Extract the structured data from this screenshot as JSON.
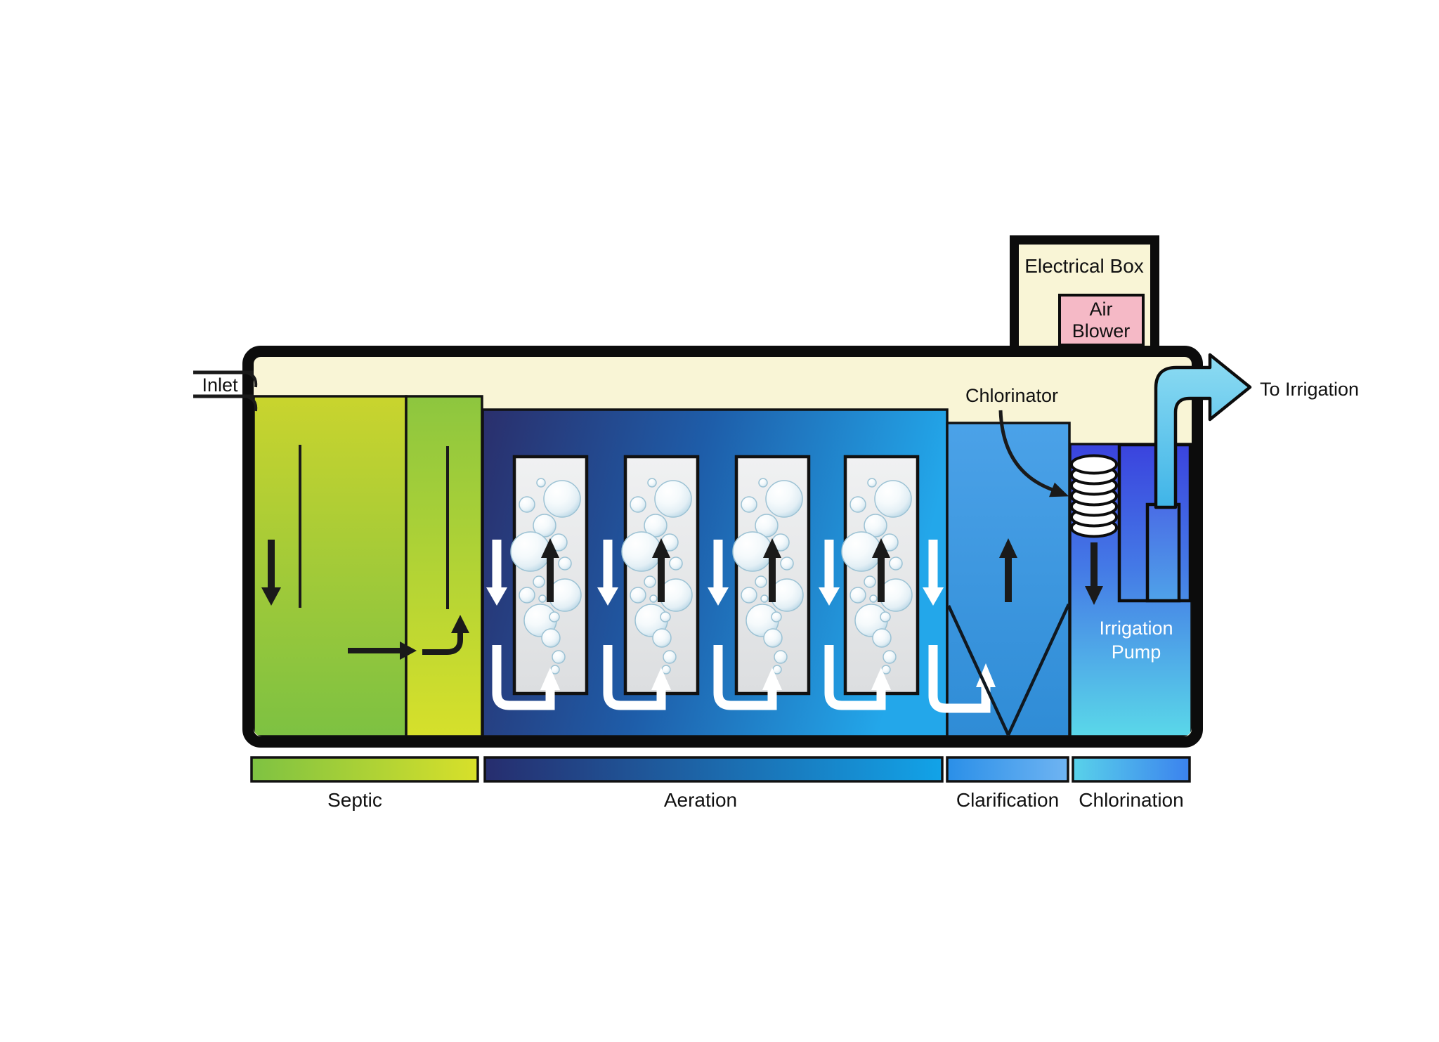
{
  "labels": {
    "inlet": "Inlet",
    "electrical_box": "Electrical Box",
    "air_blower_line1": "Air",
    "air_blower_line2": "Blower",
    "chlorinator": "Chlorinator",
    "to_irrigation": "To Irrigation",
    "irrigation_pump_line1": "Irrigation",
    "irrigation_pump_line2": "Pump"
  },
  "legend": [
    {
      "label": "Septic",
      "color_start": "#7ec242",
      "color_end": "#d8e02a"
    },
    {
      "label": "Aeration",
      "color_start": "#262d6e",
      "color_end": "#12a3e8"
    },
    {
      "label": "Clarification",
      "color_start": "#2a8fe8",
      "color_end": "#6fb4f2"
    },
    {
      "label": "Chlorination",
      "color_start": "#59d2ea",
      "color_end": "#3b82ee"
    }
  ],
  "colors": {
    "cream": "#f9f5d6",
    "tank_border": "#0c0c0c",
    "septic1_top": "#c9d42e",
    "septic1_bottom": "#7dc142",
    "septic2_top": "#8dc63f",
    "septic2_bottom": "#d6e02b",
    "aeration_left": "#2a2f6c",
    "aeration_mid": "#1e5da9",
    "aeration_right": "#23a7ea",
    "clarifier_top": "#4ba2e8",
    "clarifier_bottom": "#2f8cd6",
    "chlorination_top": "#3a43de",
    "chlorination_mid": "#4479e6",
    "chlorination_bottom": "#5ad8e9",
    "air_blower_pink": "#f5b9c6",
    "pipe_cyan_light": "#8edcf2",
    "pipe_cyan": "#3fb4e8",
    "column_gray": "#e7e9ea",
    "arrow_white": "#ffffff",
    "arrow_black": "#1a1a1a"
  }
}
